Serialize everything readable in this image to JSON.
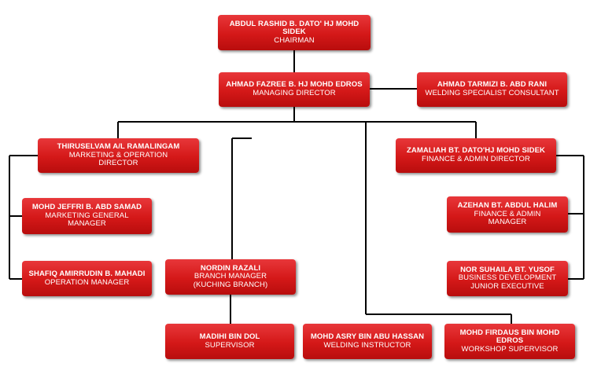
{
  "chart": {
    "chairman": {
      "name": "ABDUL RASHID B. DATO' HJ MOHD SIDEK",
      "title": "CHAIRMAN"
    },
    "managing_director": {
      "name": "AHMAD FAZREE B. HJ MOHD EDROS",
      "title": "MANAGING DIRECTOR"
    },
    "consultant": {
      "name": "AHMAD TARMIZI B. ABD RANI",
      "title": "WELDING SPECIALIST CONSULTANT"
    },
    "marketing_director": {
      "name": "THIRUSELVAM A/L RAMALINGAM",
      "title_1": "MARKETING & OPERATION",
      "title_2": "DIRECTOR"
    },
    "finance_director": {
      "name": "ZAMALIAH BT. DATO'HJ MOHD SIDEK",
      "title": "FINANCE & ADMIN DIRECTOR"
    },
    "marketing_gm": {
      "name": "MOHD JEFFRI B. ABD SAMAD",
      "title": "MARKETING GENERAL MANAGER"
    },
    "operation_manager": {
      "name": "SHAFIQ AMIRRUDIN B. MAHADI",
      "title": "OPERATION MANAGER"
    },
    "finance_manager": {
      "name": "AZEHAN BT. ABDUL HALIM",
      "title_1": "FINANCE & ADMIN",
      "title_2": "MANAGER"
    },
    "bd_executive": {
      "name": "NOR SUHAILA BT. YUSOF",
      "title_1": "BUSINESS DEVELOPMENT",
      "title_2": "JUNIOR EXECUTIVE"
    },
    "branch_manager": {
      "name": "NORDIN RAZALI",
      "title_1": "BRANCH MANAGER",
      "title_2": "(KUCHING BRANCH)"
    },
    "supervisor": {
      "name": "MADIHI BIN DOL",
      "title": "SUPERVISOR"
    },
    "welding_instructor": {
      "name": "MOHD ASRY BIN ABU HASSAN",
      "title": "WELDING INSTRUCTOR"
    },
    "workshop_supervisor": {
      "name": "MOHD FIRDAUS BIN MOHD EDROS",
      "title": "WORKSHOP SUPERVISOR"
    }
  },
  "colors": {
    "box_fill": "#d41818",
    "box_text": "#ffffff",
    "connector": "#000000"
  }
}
